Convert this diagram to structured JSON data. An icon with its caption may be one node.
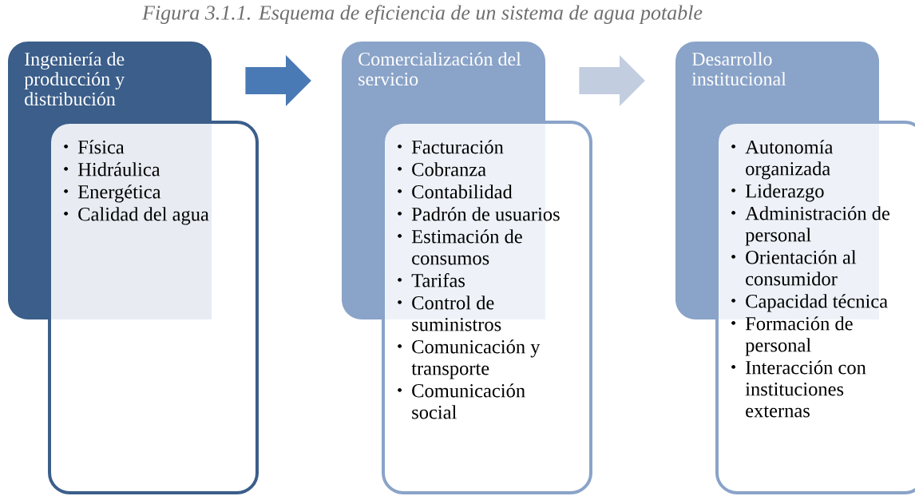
{
  "diagram": {
    "title": "Figura 3.1.1. Esquema de eficiencia de un sistema de agua potable",
    "nodes": [
      {
        "text": [
          "Ingeniería de producción y distribución",
          "Física",
          "Hidráulica",
          "Energética",
          "Calidad del agua"
        ]
      },
      {
        "text": [
          "Comercialización del servicio",
          "Facturación",
          "Cobranza",
          "Contabilidad",
          "Padrón de usuarios",
          "Estimación de consumos",
          "Tarifas",
          "Control de suministros",
          "Comunicación y transporte",
          "Comunicación social"
        ]
      },
      {
        "text": [
          "Desarrollo institucional",
          "Autonomía organizada",
          "Liderazgo",
          "Administración de personal",
          "Orientación  al consumidor",
          "Capacidad técnica",
          "Formación de personal",
          "Interacción con instituciones externas"
        ]
      }
    ],
    "edges": [
      {
        "from": 0,
        "to": 1,
        "arrow": "to",
        "color": "#4a7ab5"
      },
      {
        "from": 1,
        "to": 2,
        "arrow": "to",
        "color": "#c3cde0"
      }
    ]
  }
}
